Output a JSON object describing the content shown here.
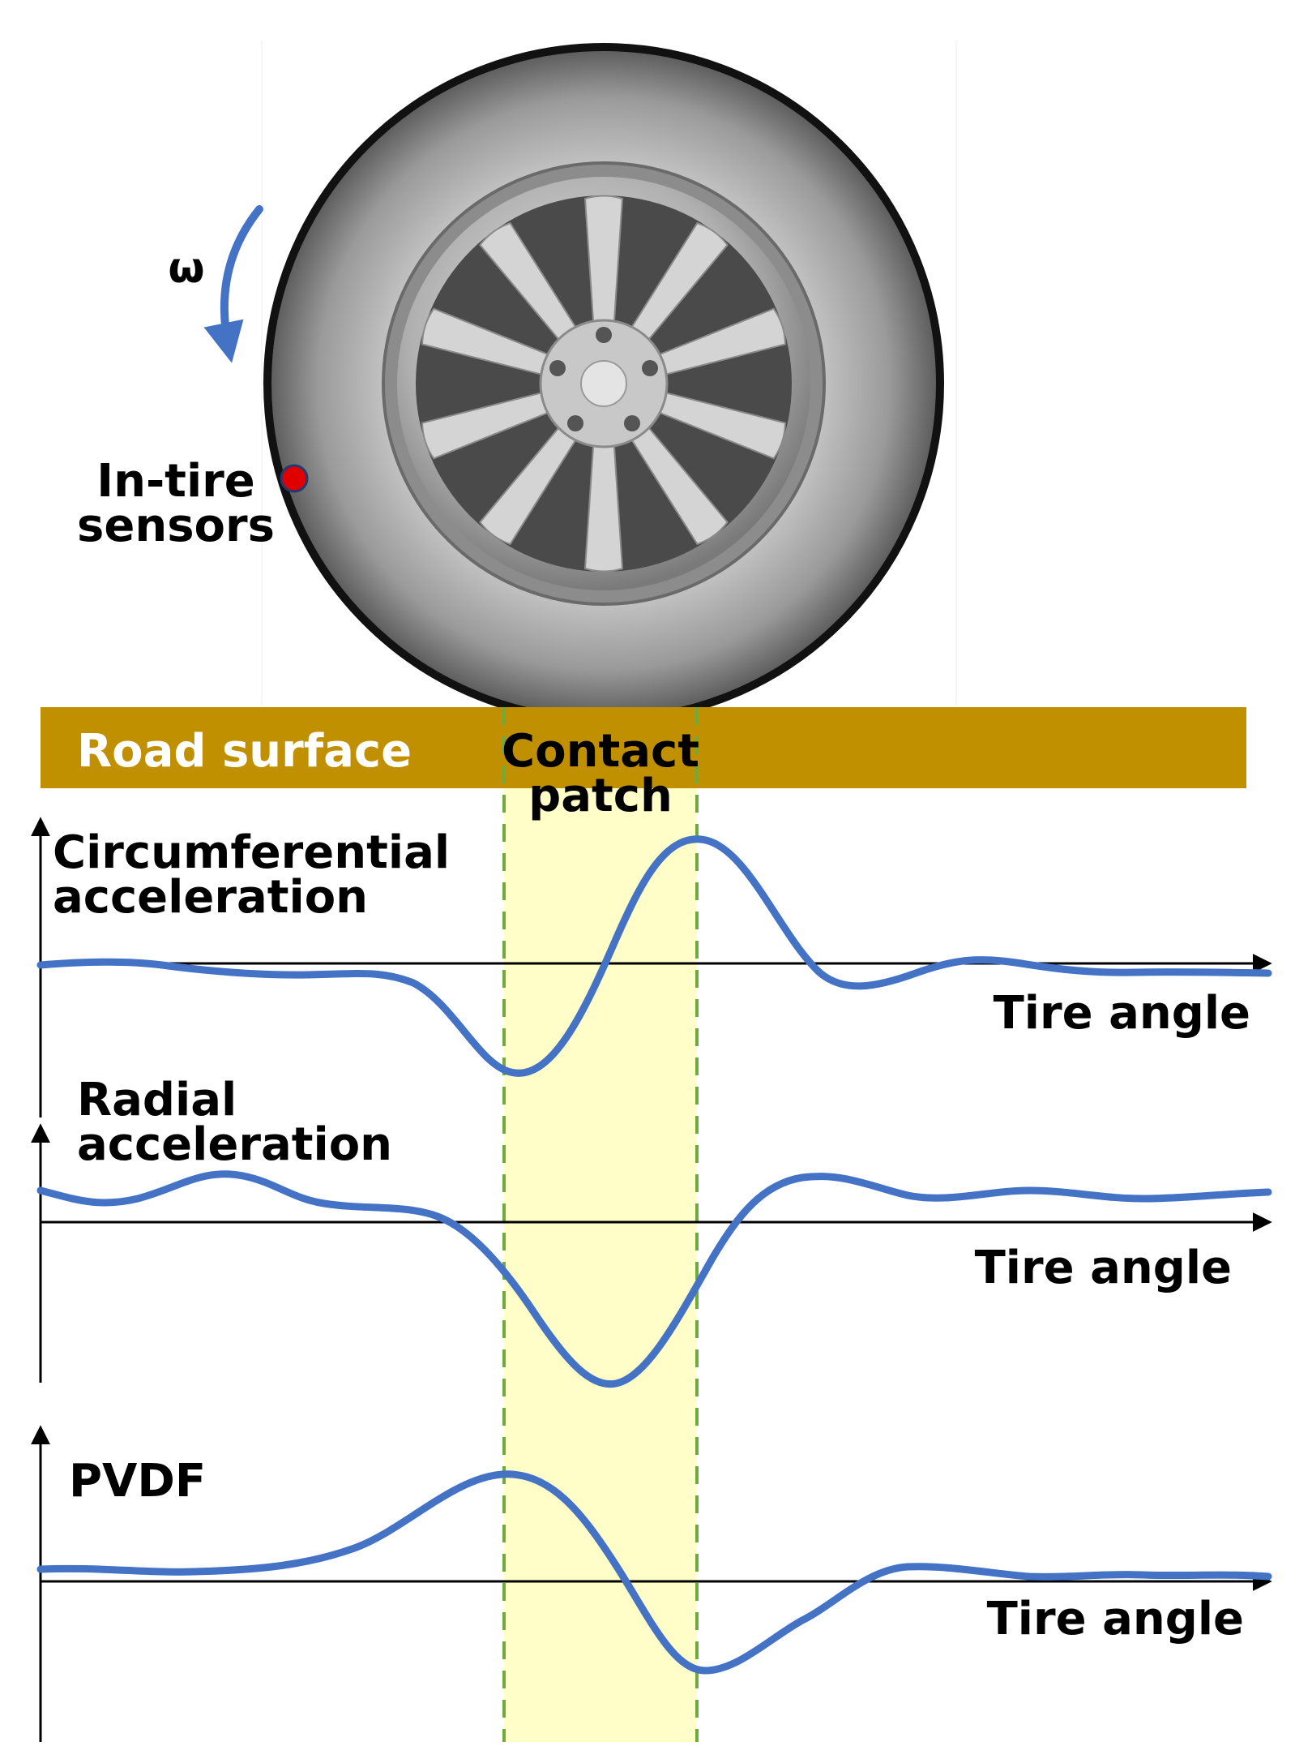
{
  "labels": {
    "omega": "ω",
    "sensor_line1": "In-tire",
    "sensor_line2": "sensors",
    "road": "Road surface",
    "patch_line1": "Contact",
    "patch_line2": "patch"
  },
  "plots": [
    {
      "title_line1": "Circumferential",
      "title_line2": "acceleration",
      "x_label": "Tire angle"
    },
    {
      "title_line1": "Radial",
      "title_line2": "acceleration",
      "x_label": "Tire angle"
    },
    {
      "title_line1": "PVDF",
      "title_line2": "",
      "x_label": "Tire angle"
    }
  ],
  "colors": {
    "road": "#C09000",
    "road_text": "#FFFFFF",
    "patch_fill": "#FFFDC8",
    "patch_dash": "#6EAA3C",
    "signal": "#4472C4",
    "sensor_dot": "#E00000",
    "tire": "#111111",
    "rim": "#B8B8B8"
  }
}
